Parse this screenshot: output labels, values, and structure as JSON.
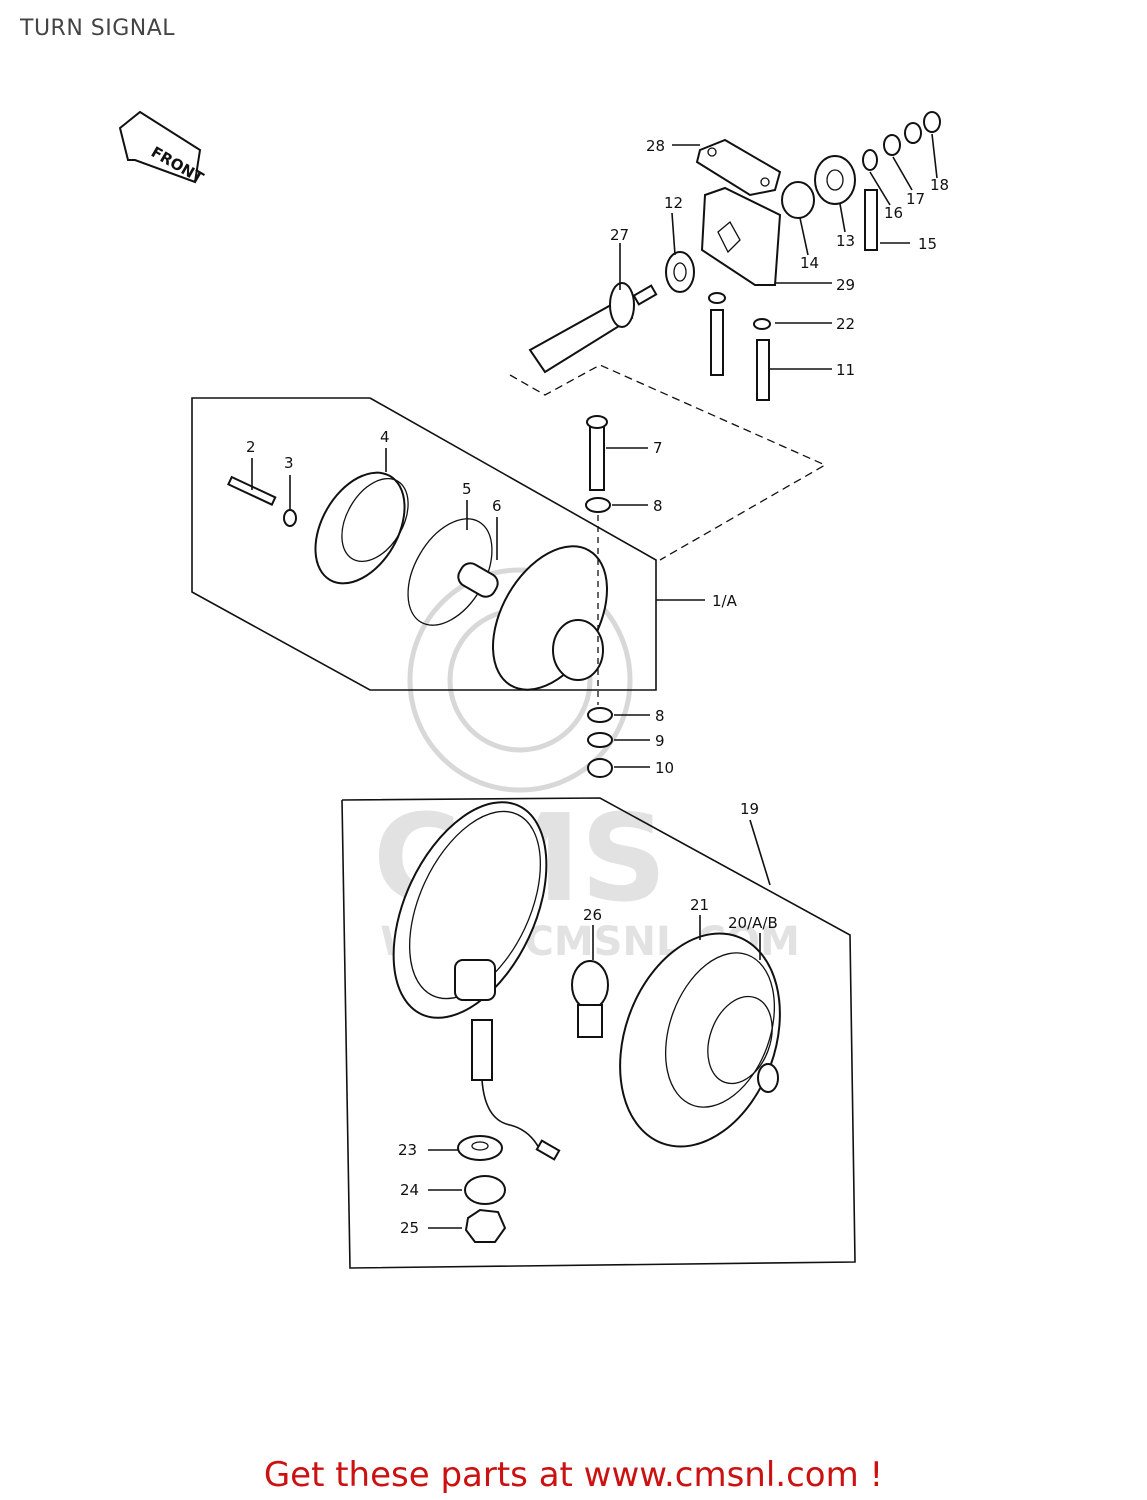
{
  "title": "TURN SIGNAL",
  "front_label": "FRONT",
  "watermark": {
    "brand": "CMS",
    "url": "WWW.CMSNL.COM"
  },
  "callouts": [
    {
      "id": "28",
      "text": "28"
    },
    {
      "id": "12",
      "text": "12"
    },
    {
      "id": "27",
      "text": "27"
    },
    {
      "id": "14",
      "text": "14"
    },
    {
      "id": "13",
      "text": "13"
    },
    {
      "id": "16",
      "text": "16"
    },
    {
      "id": "17",
      "text": "17"
    },
    {
      "id": "18",
      "text": "18"
    },
    {
      "id": "15",
      "text": "15"
    },
    {
      "id": "29",
      "text": "29"
    },
    {
      "id": "22",
      "text": "22"
    },
    {
      "id": "11",
      "text": "11"
    },
    {
      "id": "7",
      "text": "7"
    },
    {
      "id": "8a",
      "text": "8"
    },
    {
      "id": "2",
      "text": "2"
    },
    {
      "id": "3",
      "text": "3"
    },
    {
      "id": "4",
      "text": "4"
    },
    {
      "id": "5",
      "text": "5"
    },
    {
      "id": "6",
      "text": "6"
    },
    {
      "id": "1A",
      "text": "1/A"
    },
    {
      "id": "8b",
      "text": "8"
    },
    {
      "id": "9",
      "text": "9"
    },
    {
      "id": "10",
      "text": "10"
    },
    {
      "id": "19",
      "text": "19"
    },
    {
      "id": "21",
      "text": "21"
    },
    {
      "id": "20AB",
      "text": "20/A/B"
    },
    {
      "id": "26",
      "text": "26"
    },
    {
      "id": "23",
      "text": "23"
    },
    {
      "id": "24",
      "text": "24"
    },
    {
      "id": "25",
      "text": "25"
    }
  ],
  "footer": "Get these parts at www.cmsnl.com !"
}
